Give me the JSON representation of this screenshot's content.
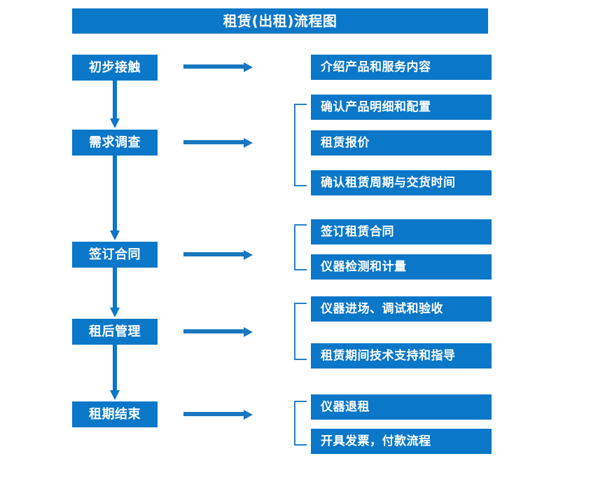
{
  "chart_data": {
    "type": "diagram",
    "title": "租赁(出租)流程图",
    "diagram_kind": "flowchart",
    "orientation": "vertical-stages-with-right-details",
    "accent_color": "#0b77c8",
    "bracket_color": "#2a7fc0",
    "text_color": "#ffffff",
    "background": "#ffffff",
    "stages": [
      {
        "label": "初步接触",
        "details": [
          "介绍产品和服务内容"
        ],
        "grouped": false
      },
      {
        "label": "需求调查",
        "details": [
          "确认产品明细和配置",
          "租赁报价",
          "确认租赁周期与交货时间"
        ],
        "grouped": true
      },
      {
        "label": "签订合同",
        "details": [
          "签订租赁合同",
          "仪器检测和计量"
        ],
        "grouped": true
      },
      {
        "label": "租后管理",
        "details": [
          "仪器进场、调试和验收",
          "租赁期间技术支持和指导"
        ],
        "grouped": true
      },
      {
        "label": "租期结束",
        "details": [
          "仪器退租",
          "开具发票，付款流程"
        ],
        "grouped": true
      }
    ]
  },
  "header": {
    "title": "租赁(出租)流程图"
  },
  "stages": {
    "s0": {
      "label": "初步接触"
    },
    "s1": {
      "label": "需求调查"
    },
    "s2": {
      "label": "签订合同"
    },
    "s3": {
      "label": "租后管理"
    },
    "s4": {
      "label": "租期结束"
    }
  },
  "details": {
    "d0": {
      "label": "介绍产品和服务内容"
    },
    "d1": {
      "label": "确认产品明细和配置"
    },
    "d2": {
      "label": "租赁报价"
    },
    "d3": {
      "label": "确认租赁周期与交货时间"
    },
    "d4": {
      "label": "签订租赁合同"
    },
    "d5": {
      "label": "仪器检测和计量"
    },
    "d6": {
      "label": "仪器进场、调试和验收"
    },
    "d7": {
      "label": "租赁期间技术支持和指导"
    },
    "d8": {
      "label": "仪器退租"
    },
    "d9": {
      "label": "开具发票，付款流程"
    }
  }
}
